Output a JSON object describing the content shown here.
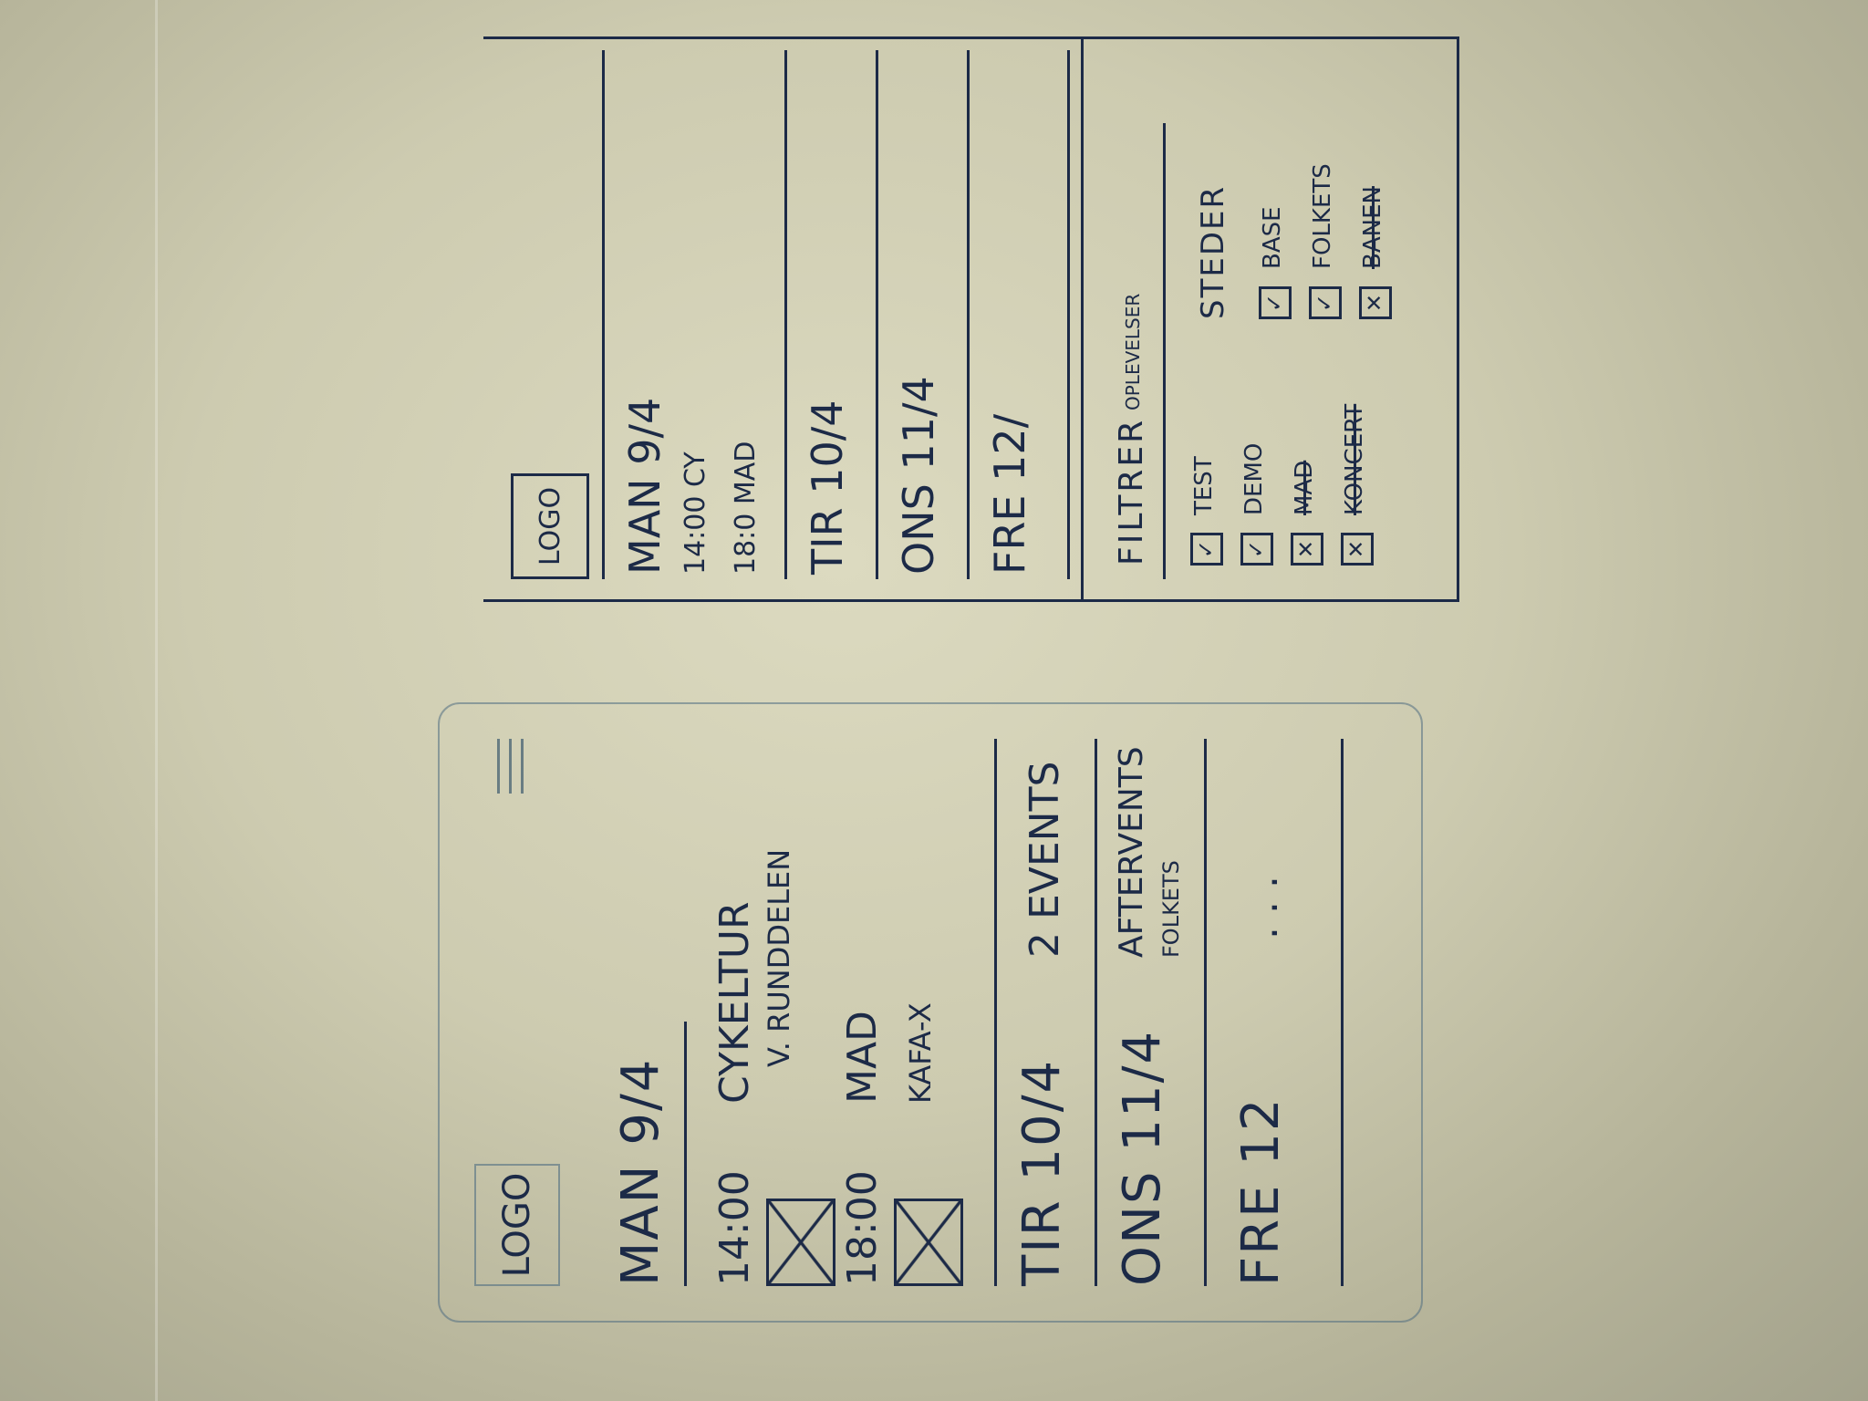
{
  "mobile_sketch": {
    "logo": "LOGO",
    "days": [
      {
        "label": "MAN 9/4",
        "events": [
          {
            "time": "14:00",
            "title": "CYKELTUR",
            "subtitle": "V. RUNDDELEN"
          },
          {
            "time": "18:00",
            "title": "MAD",
            "subtitle": "KAFA-X"
          }
        ]
      },
      {
        "label": "TIR 10/4",
        "summary": "2 EVENTS"
      },
      {
        "label": "ONS 11/4",
        "summary": "AFTERVENTS",
        "extra": "FOLKETS"
      },
      {
        "label": "FRE 12",
        "summary": ". . ."
      }
    ]
  },
  "desktop_sketch": {
    "logo": "LOGO",
    "days": [
      {
        "label": "MAN 9/4",
        "times": [
          "14:00 CY",
          "18:0 MAD"
        ]
      },
      {
        "label": "TIR 10/4"
      },
      {
        "label": "ONS 11/4"
      },
      {
        "label": "FRE 12/"
      }
    ],
    "filter": {
      "title": "FILTRER",
      "subtitle": "OPLEVELSER",
      "options": [
        {
          "label": "TEST",
          "checked": true,
          "struck": false
        },
        {
          "label": "DEMO",
          "checked": true,
          "struck": false
        },
        {
          "label": "MAD",
          "checked": false,
          "struck": true
        },
        {
          "label": "KONCERT",
          "checked": false,
          "struck": true
        }
      ],
      "places_title": "STEDER",
      "places": [
        {
          "label": "BASE",
          "checked": true,
          "struck": false
        },
        {
          "label": "FOLKETS",
          "checked": true,
          "struck": false
        },
        {
          "label": "BANEN",
          "checked": false,
          "struck": true
        }
      ]
    }
  }
}
